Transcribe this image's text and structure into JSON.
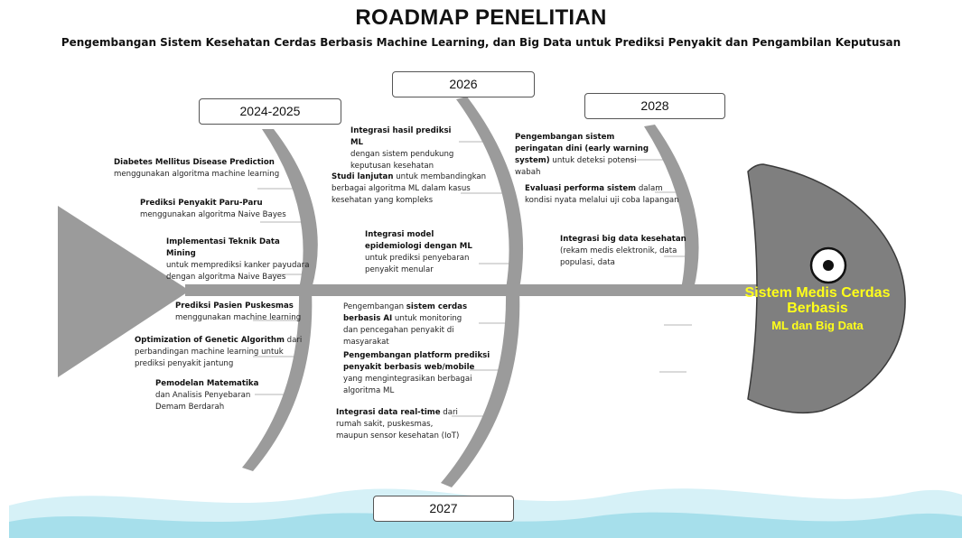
{
  "title": "ROADMAP PENELITIAN",
  "subtitle": "Pengembangan Sistem Kesehatan Cerdas Berbasis Machine Learning, dan Big Data untuk Prediksi Penyakit dan Pengambilan Keputusan",
  "years": {
    "y2024": "2024-2025",
    "y2026": "2026",
    "y2027": "2027",
    "y2028": "2028"
  },
  "head": {
    "line1": "Sistem Medis Cerdas",
    "line2": "Berbasis",
    "line3": "ML dan Big Data"
  },
  "bones": {
    "b2024_top": [
      {
        "bold": "Diabetes Mellitus Disease Prediction",
        "rest": "menggunakan algoritma machine learning"
      },
      {
        "bold": "Prediksi Penyakit Paru-Paru",
        "rest": "menggunakan algoritma Naive Bayes"
      },
      {
        "bold": "Implementasi Teknik Data Mining",
        "rest": "untuk memprediksi kanker payudara dengan algoritma Naive Bayes"
      }
    ],
    "b2024_bottom": [
      {
        "bold": "Prediksi Pasien Puskesmas",
        "rest": "menggunakan machine learning"
      },
      {
        "bold": "Optimization of Genetic Algorithm",
        "rest": "dari perbandingan machine learning untuk prediksi penyakit jantung"
      },
      {
        "bold": "Pemodelan Matematika",
        "rest": "dan Analisis Penyebaran Demam Berdarah"
      }
    ],
    "b2026": [
      {
        "bold": "Integrasi hasil prediksi ML",
        "rest": "dengan sistem pendukung keputusan kesehatan"
      },
      {
        "bold": "Studi lanjutan",
        "rest": "untuk membandingkan berbagai algoritma ML dalam kasus kesehatan yang kompleks"
      },
      {
        "bold": "Integrasi model epidemiologi dengan ML",
        "rest": "untuk prediksi penyebaran penyakit menular"
      }
    ],
    "b2027": [
      {
        "pre": "Pengembangan",
        "bold": "sistem cerdas berbasis AI",
        "rest": "untuk monitoring dan pencegahan penyakit di masyarakat"
      },
      {
        "bold": "Pengembangan platform prediksi penyakit berbasis web/mobile",
        "rest": "yang mengintegrasikan berbagai algoritma ML"
      },
      {
        "bold": "Integrasi data real-time",
        "rest": "dari rumah sakit, puskesmas, maupun sensor kesehatan (IoT)"
      }
    ],
    "b2028": [
      {
        "bold": "Pengembangan sistem peringatan dini (early warning system)",
        "rest": "untuk deteksi potensi wabah"
      },
      {
        "bold": "Evaluasi performa sistem",
        "rest": "dalam kondisi nyata melalui uji coba lapangan"
      },
      {
        "bold": "Integrasi big data kesehatan",
        "rest": "(rekam medis elektronik, data populasi, data"
      }
    ]
  },
  "colors": {
    "bone": "#999999",
    "head": "#7f7f7f",
    "head_text": "#ffff00",
    "water_light": "#cdeef5",
    "water_mid": "#9edbe8"
  }
}
